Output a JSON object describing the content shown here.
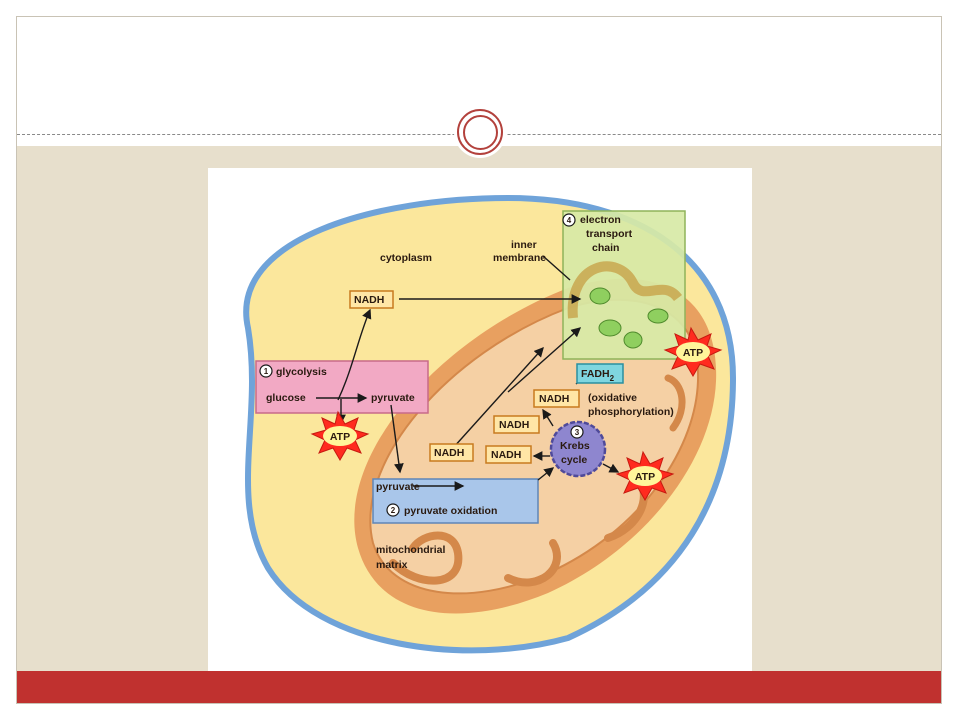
{
  "colors": {
    "content_band": "#e7dfcc",
    "footer_bar": "#c0312f",
    "ring": "#b3413c",
    "cell_fill": "#fbe79c",
    "cell_membrane": "#6fa3d9",
    "mito_outer": "#e8a060",
    "mito_inner": "#f5d0a4",
    "etc_box": "#d7e9a6",
    "glycolysis_box": "#f2a9c4",
    "pyruvate_ox_box": "#a9c6ea",
    "fadh2_box": "#7fd6e0",
    "krebs": "#8e86cf",
    "atp_burst": "#ff2b1f"
  },
  "diagram": {
    "cytoplasm": "cytoplasm",
    "inner_membrane": [
      "inner",
      "membrane"
    ],
    "mitochondrial_matrix": [
      "mitochondrial",
      "matrix"
    ],
    "step1": {
      "number": "1",
      "label": "glycolysis",
      "glucose": "glucose",
      "pyruvate": "pyruvate"
    },
    "step2": {
      "number": "2",
      "label": "pyruvate oxidation",
      "pyruvate": "pyruvate"
    },
    "step3": {
      "number": "3",
      "label": [
        "Krebs",
        "cycle"
      ]
    },
    "step4": {
      "number": "4",
      "label": [
        "electron",
        "transport",
        "chain"
      ]
    },
    "oxidative": [
      "(oxidative",
      "phosphorylation)"
    ],
    "nadh": "NADH",
    "fadh": "FADH",
    "fadh_sub": "2",
    "atp": "ATP"
  }
}
